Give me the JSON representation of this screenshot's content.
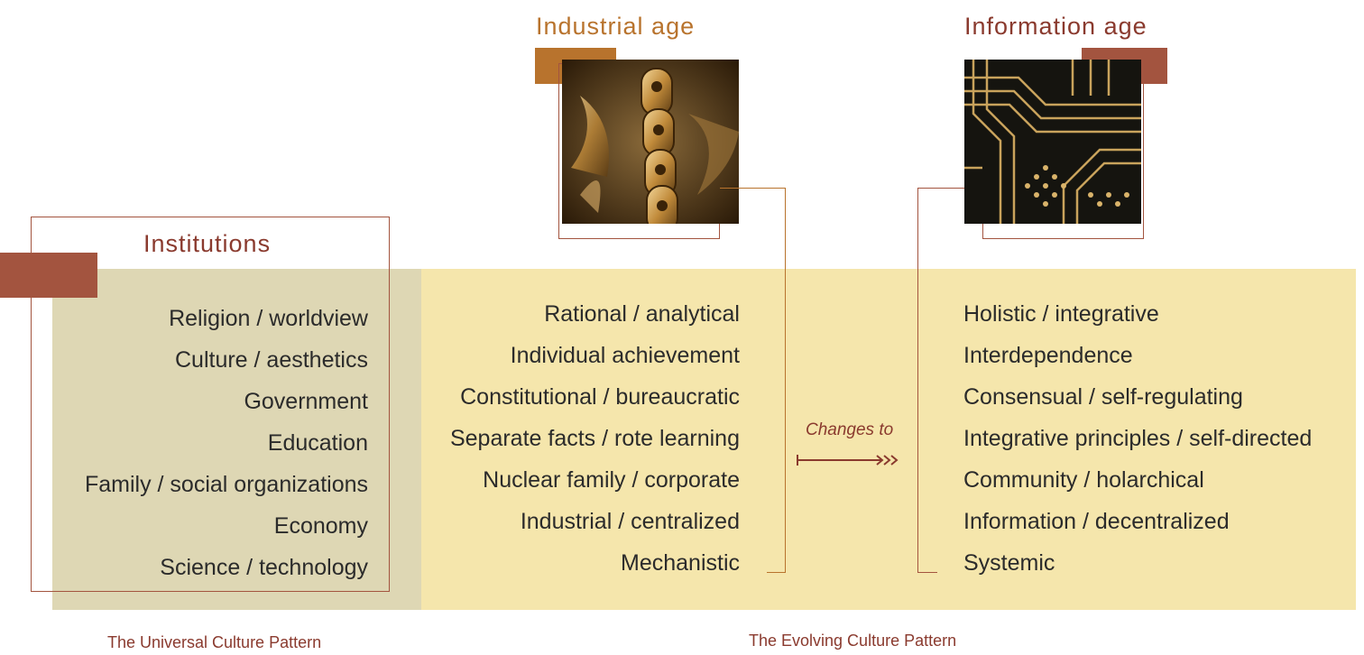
{
  "institutions": {
    "title": "Institutions",
    "items": [
      "Religion / worldview",
      "Culture / aesthetics",
      "Government",
      "Education",
      "Family / social organizations",
      "Economy",
      "Science / technology"
    ],
    "caption": "The Universal Culture Pattern"
  },
  "industrial": {
    "title": "Industrial age",
    "image_icon": "gear-chain-image",
    "items": [
      "Rational / analytical",
      "Individual achievement",
      "Constitutional / bureaucratic",
      "Separate facts / rote learning",
      "Nuclear family / corporate",
      "Industrial / centralized",
      "Mechanistic"
    ]
  },
  "information": {
    "title": "Information age",
    "image_icon": "circuit-board-image",
    "items": [
      "Holistic / integrative",
      "Interdependence",
      "Consensual / self-regulating",
      "Integrative principles / self-directed",
      "Community / holarchical",
      "Information / decentralized",
      "Systemic"
    ]
  },
  "arrow": {
    "label": "Changes to",
    "icon": "arrow-right-icon"
  },
  "evolving_caption": "The Evolving Culture Pattern",
  "colors": {
    "accent": "#a3543f",
    "accent_orange": "#b8732d",
    "band_left": "#ded7b4",
    "band_right": "#f5e6ac"
  }
}
